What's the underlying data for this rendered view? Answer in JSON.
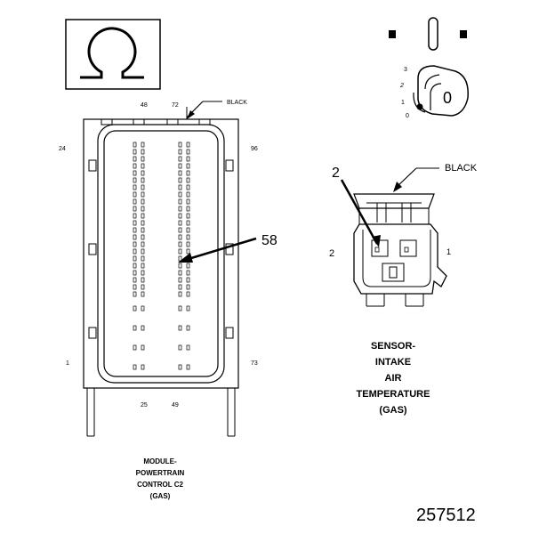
{
  "diagram": {
    "symbol": "ohm-symbol",
    "pcm_connector": {
      "color_label": "BLACK",
      "pin_labels": [
        "48",
        "72",
        "24",
        "96",
        "1",
        "73",
        "25",
        "49"
      ],
      "callout": "58",
      "caption": [
        "MODULE-",
        "POWERTRAIN",
        "CONTROL C2",
        "(GAS)"
      ]
    },
    "iat_connector": {
      "color_label": "BLACK",
      "callout": "2",
      "side_labels": [
        "2",
        "1"
      ],
      "caption": [
        "SENSOR-",
        "INTAKE",
        "AIR",
        "TEMPERATURE",
        "(GAS)"
      ]
    },
    "key_detail": {
      "scale_labels": [
        "3",
        "2",
        "1",
        "0"
      ],
      "readout": "0"
    },
    "document_number": "257512"
  }
}
